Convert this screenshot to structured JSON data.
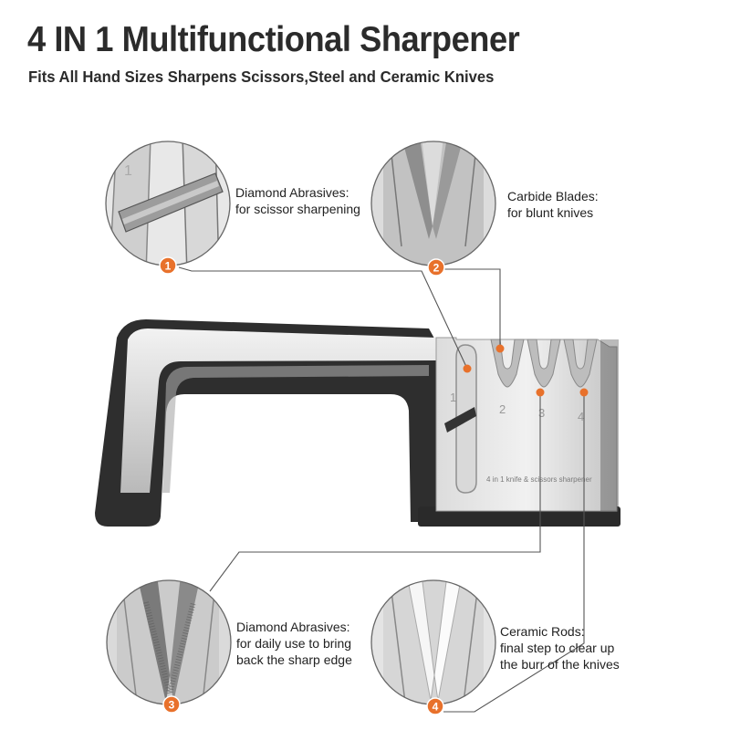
{
  "header": {
    "title": "4 IN 1 Multifunctional Sharpener",
    "subtitle": "Fits All Hand Sizes Sharpens Scissors,Steel and Ceramic Knives"
  },
  "product": {
    "engraving": "4 in 1 knife & scissors sharpener",
    "slot_numbers": [
      "1",
      "2",
      "3",
      "4"
    ]
  },
  "callouts": [
    {
      "number": "1",
      "title": "Diamond Abrasives:",
      "lines": [
        "for scissor sharpening"
      ]
    },
    {
      "number": "2",
      "title": "Carbide Blades:",
      "lines": [
        "for blunt knives"
      ]
    },
    {
      "number": "3",
      "title": "Diamond Abrasives:",
      "lines": [
        "for daily use to bring",
        "back the sharp edge"
      ]
    },
    {
      "number": "4",
      "title": "Ceramic Rods:",
      "lines": [
        "final step to clear up",
        "the burr of the knives"
      ]
    }
  ],
  "colors": {
    "accent": "#e8712b",
    "leader_line": "#555555",
    "handle": "#2e2e2e",
    "steel": "#c9c9c9"
  }
}
